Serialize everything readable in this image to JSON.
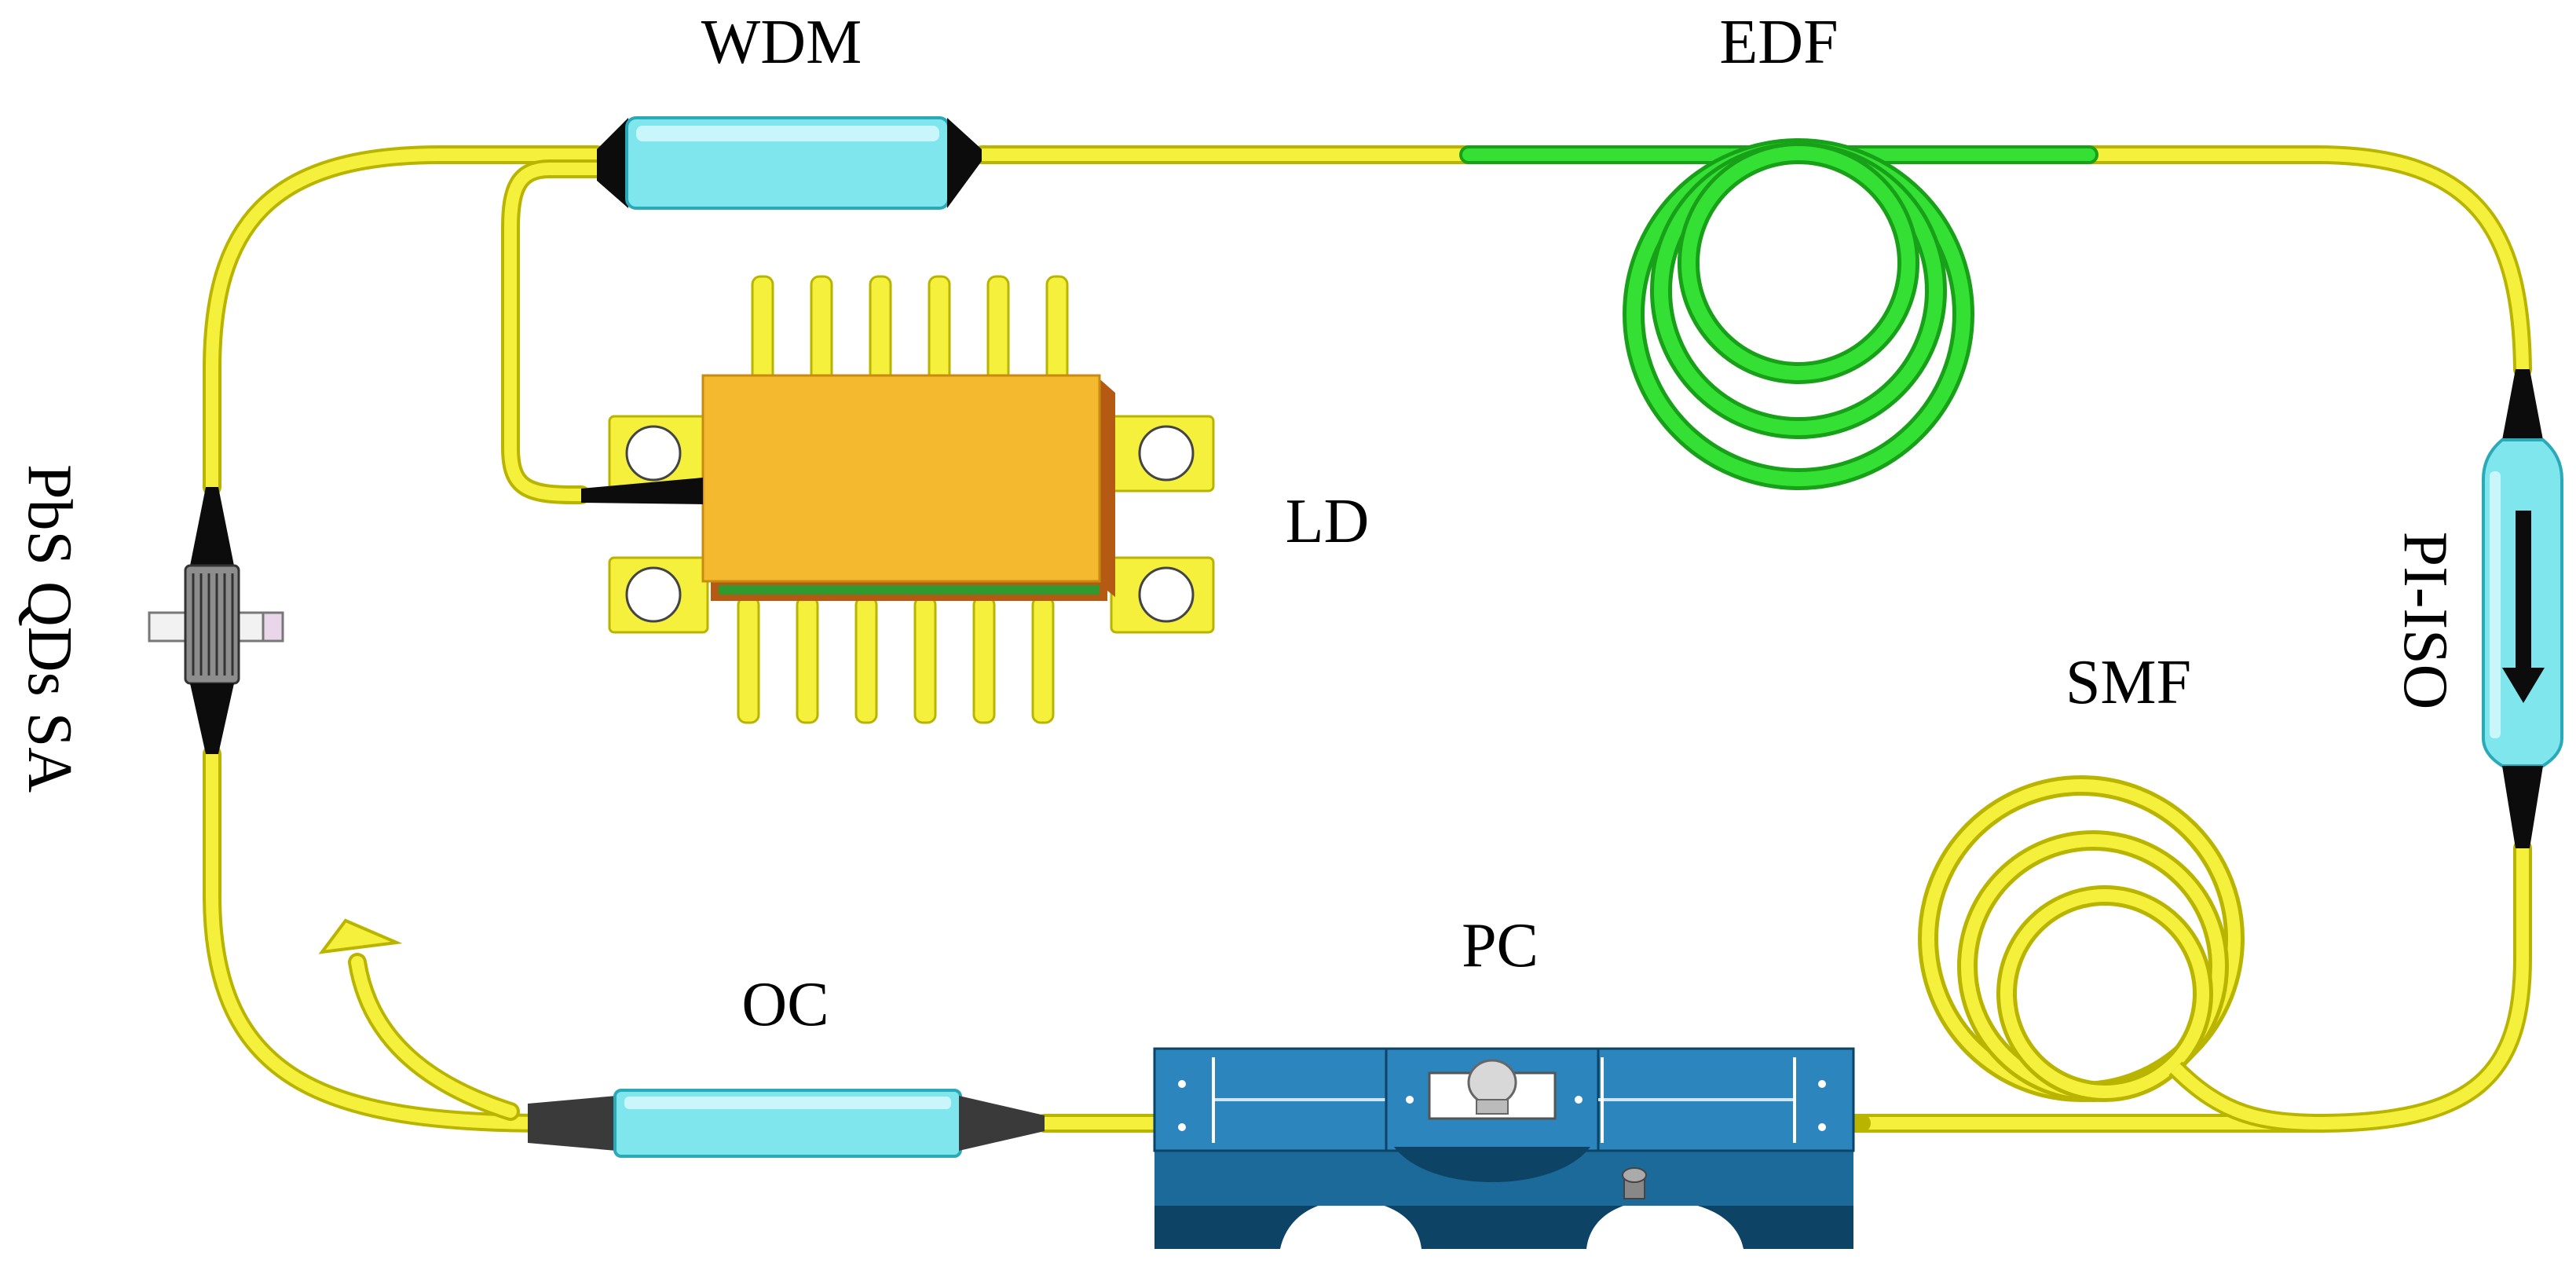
{
  "labels": {
    "wdm": "WDM",
    "edf": "EDF",
    "ld": "LD",
    "pi_iso": "PI-ISO",
    "smf": "SMF",
    "pc": "PC",
    "oc": "OC",
    "sa": "PbS QDs SA"
  },
  "colors": {
    "fiber": "#f5f03c",
    "fiber_edge": "#b9b400",
    "edf": "#35e035",
    "edf_edge": "#18a018",
    "coupler": "#7fe6ee",
    "coupler_edge": "#2aa9b8",
    "boot": "#0c0c0c",
    "oc_boot": "#3a3a3a",
    "ld_body": "#f5b92f",
    "ld_shadow": "#b45a12",
    "ld_pcb": "#2f9a2f",
    "pc_blue": "#1c6a9a",
    "pc_dark": "#0d4466",
    "pc_light": "#2c86bd"
  }
}
